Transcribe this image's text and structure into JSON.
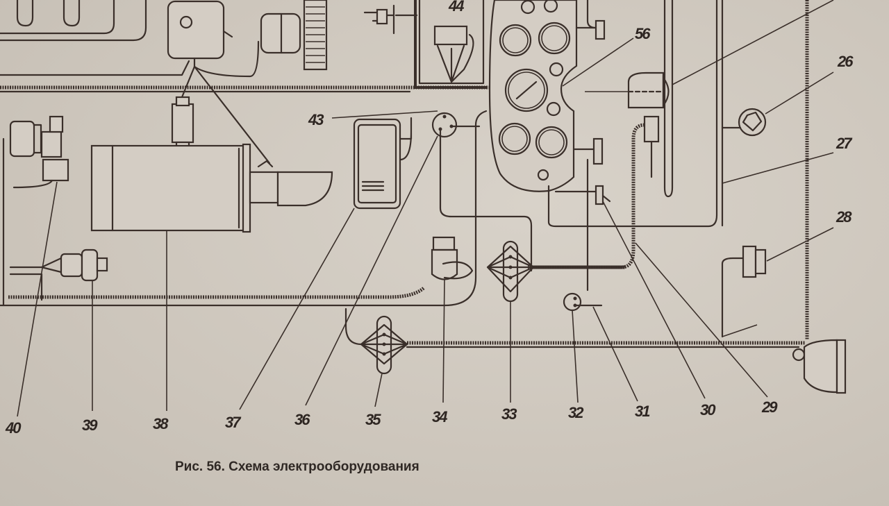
{
  "figure": {
    "caption": "Рис. 56. Схема электрооборудования"
  },
  "callouts": [
    {
      "id": "c26",
      "label": "26"
    },
    {
      "id": "c27",
      "label": "27"
    },
    {
      "id": "c28",
      "label": "28"
    },
    {
      "id": "c29",
      "label": "29"
    },
    {
      "id": "c30",
      "label": "30"
    },
    {
      "id": "c31",
      "label": "31"
    },
    {
      "id": "c32",
      "label": "32"
    },
    {
      "id": "c33",
      "label": "33"
    },
    {
      "id": "c34",
      "label": "34"
    },
    {
      "id": "c35",
      "label": "35"
    },
    {
      "id": "c36",
      "label": "36"
    },
    {
      "id": "c37",
      "label": "37"
    },
    {
      "id": "c38",
      "label": "38"
    },
    {
      "id": "c39",
      "label": "39"
    },
    {
      "id": "c40",
      "label": "40"
    },
    {
      "id": "c43",
      "label": "43"
    },
    {
      "id": "c44",
      "label": "44"
    },
    {
      "id": "c56",
      "label": "56"
    }
  ]
}
